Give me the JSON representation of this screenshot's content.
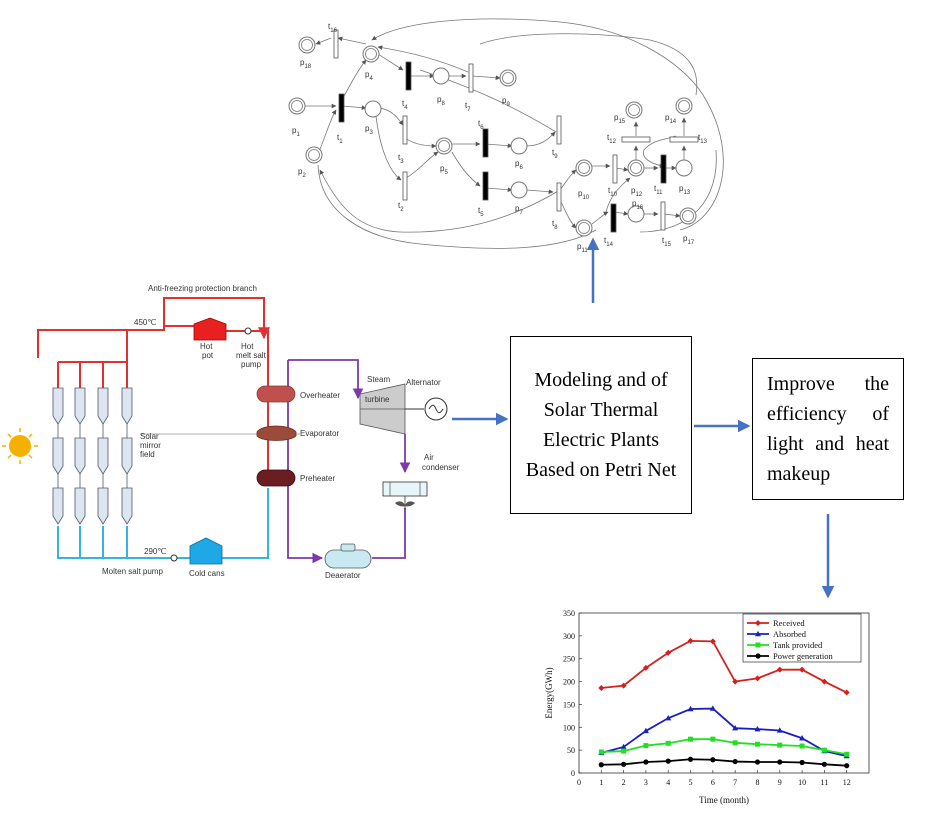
{
  "petri_net": {
    "places": [
      {
        "id": "p1",
        "base": "p",
        "sub": "1",
        "double": true
      },
      {
        "id": "p2",
        "base": "p",
        "sub": "2",
        "double": true
      },
      {
        "id": "p3",
        "base": "p",
        "sub": "3",
        "double": false
      },
      {
        "id": "p4",
        "base": "p",
        "sub": "4",
        "double": true
      },
      {
        "id": "p5",
        "base": "p",
        "sub": "5",
        "double": true
      },
      {
        "id": "p6",
        "base": "p",
        "sub": "6",
        "double": false
      },
      {
        "id": "p7",
        "base": "p",
        "sub": "7",
        "double": false
      },
      {
        "id": "p8",
        "base": "p",
        "sub": "8",
        "double": false
      },
      {
        "id": "p9",
        "base": "p",
        "sub": "9",
        "double": true
      },
      {
        "id": "p10",
        "base": "p",
        "sub": "10",
        "double": true
      },
      {
        "id": "p11",
        "base": "p",
        "sub": "11",
        "double": true
      },
      {
        "id": "p12",
        "base": "p",
        "sub": "12",
        "double": true
      },
      {
        "id": "p13",
        "base": "p",
        "sub": "13",
        "double": false
      },
      {
        "id": "p14",
        "base": "p",
        "sub": "14",
        "double": true
      },
      {
        "id": "p15",
        "base": "p",
        "sub": "15",
        "double": true
      },
      {
        "id": "p16",
        "base": "p",
        "sub": "16",
        "double": false
      },
      {
        "id": "p17",
        "base": "p",
        "sub": "17",
        "double": true
      },
      {
        "id": "p18",
        "base": "p",
        "sub": "18",
        "double": true
      }
    ],
    "transitions": [
      {
        "id": "t1",
        "base": "t",
        "sub": "1",
        "immediate": true
      },
      {
        "id": "t2",
        "base": "t",
        "sub": "2",
        "immediate": false
      },
      {
        "id": "t3",
        "base": "t",
        "sub": "3",
        "immediate": false
      },
      {
        "id": "t4",
        "base": "t",
        "sub": "4",
        "immediate": true
      },
      {
        "id": "t5",
        "base": "t",
        "sub": "5",
        "immediate": true
      },
      {
        "id": "t6",
        "base": "t",
        "sub": "6",
        "immediate": true
      },
      {
        "id": "t7",
        "base": "t",
        "sub": "7",
        "immediate": false
      },
      {
        "id": "t8",
        "base": "t",
        "sub": "8",
        "immediate": false
      },
      {
        "id": "t9",
        "base": "t",
        "sub": "9",
        "immediate": false
      },
      {
        "id": "t10",
        "base": "t",
        "sub": "10",
        "immediate": false
      },
      {
        "id": "t11",
        "base": "t",
        "sub": "11",
        "immediate": true
      },
      {
        "id": "t12",
        "base": "t",
        "sub": "12",
        "immediate": false
      },
      {
        "id": "t13",
        "base": "t",
        "sub": "13",
        "immediate": false
      },
      {
        "id": "t14",
        "base": "t",
        "sub": "14",
        "immediate": true
      },
      {
        "id": "t15",
        "base": "t",
        "sub": "15",
        "immediate": false
      },
      {
        "id": "t16",
        "base": "t",
        "sub": "16",
        "immediate": false
      }
    ]
  },
  "plant": {
    "anti_freeze": "Anti-freezing protection branch",
    "temp_hot": "450℃",
    "temp_cold": "290℃",
    "hot_pot": [
      "Hot",
      "pot"
    ],
    "hot_pump": [
      "Hot",
      "melt salt",
      "pump"
    ],
    "overheater": "Overheater",
    "evaporator": "Evaporator",
    "preheater": "Preheater",
    "mirror_field": [
      "Solar",
      "mirror",
      "field"
    ],
    "steam_turbine": [
      "Steam",
      "turbine"
    ],
    "alternator": "Alternator",
    "air_condenser": [
      "Air",
      "condenser"
    ],
    "deaerator": "Deaerator",
    "molten_pump": "Molten salt pump",
    "cold_cans": "Cold cans",
    "colors": {
      "hot": "#e03030",
      "cold": "#36b4e0",
      "steam": "#7a3aa8",
      "sun": "#f6b000"
    }
  },
  "boxes": {
    "modeling": "Modeling and of Solar Thermal Electric Plants Based on Petri Net",
    "improve": "Improve the efficiency of light and heat makeup"
  },
  "arrow_color": "#4472c4",
  "chart_data": {
    "type": "line",
    "xlabel": "Time (month)",
    "ylabel": "Energy(GWh)",
    "xlim": [
      0,
      13
    ],
    "ylim": [
      0,
      350
    ],
    "x_ticks": [
      0,
      1,
      2,
      3,
      4,
      5,
      6,
      7,
      8,
      9,
      10,
      11,
      12
    ],
    "y_ticks": [
      0,
      50,
      100,
      150,
      200,
      250,
      300,
      350
    ],
    "x": [
      1,
      2,
      3,
      4,
      5,
      6,
      7,
      8,
      9,
      10,
      11,
      12
    ],
    "legend_position": "top-right",
    "series": [
      {
        "name": "Received",
        "color": "#d42020",
        "marker": "diamond",
        "values": [
          186,
          191,
          230,
          263,
          289,
          288,
          200,
          207,
          226,
          226,
          200,
          176
        ]
      },
      {
        "name": "Absorbed",
        "color": "#1a20c0",
        "marker": "triangle",
        "values": [
          44,
          57,
          92,
          120,
          140,
          141,
          98,
          96,
          93,
          76,
          48,
          37
        ]
      },
      {
        "name": "Tank provided",
        "color": "#20e020",
        "marker": "square",
        "values": [
          46,
          48,
          60,
          65,
          74,
          74,
          66,
          63,
          61,
          59,
          50,
          41
        ]
      },
      {
        "name": "Power generation",
        "color": "#000000",
        "marker": "circle",
        "values": [
          18,
          19,
          24,
          26,
          30,
          29,
          25,
          24,
          24,
          23,
          19,
          16
        ]
      }
    ]
  }
}
